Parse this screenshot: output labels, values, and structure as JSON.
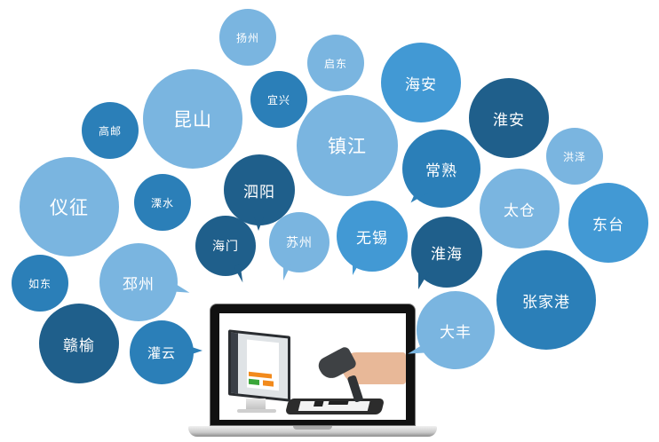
{
  "title": "城市节点气泡图",
  "colors": {
    "dark": "#1f5f8b",
    "medium": "#2b7fb8",
    "bright": "#4299d4",
    "light": "#7ab5e0",
    "text": "#ffffff"
  },
  "bubbles": [
    {
      "label": "扬州",
      "color": "light"
    },
    {
      "label": "启东",
      "color": "light"
    },
    {
      "label": "宜兴",
      "color": "medium"
    },
    {
      "label": "昆山",
      "color": "light"
    },
    {
      "label": "高邮",
      "color": "medium"
    },
    {
      "label": "海安",
      "color": "bright"
    },
    {
      "label": "淮安",
      "color": "dark"
    },
    {
      "label": "镇江",
      "color": "light"
    },
    {
      "label": "洪泽",
      "color": "light"
    },
    {
      "label": "常熟",
      "color": "medium"
    },
    {
      "label": "仪征",
      "color": "light"
    },
    {
      "label": "溧水",
      "color": "medium"
    },
    {
      "label": "泗阳",
      "color": "dark"
    },
    {
      "label": "太仓",
      "color": "light"
    },
    {
      "label": "东台",
      "color": "bright"
    },
    {
      "label": "海门",
      "color": "dark"
    },
    {
      "label": "苏州",
      "color": "light"
    },
    {
      "label": "无锡",
      "color": "bright"
    },
    {
      "label": "淮海",
      "color": "dark"
    },
    {
      "label": "如东",
      "color": "medium"
    },
    {
      "label": "邳州",
      "color": "light"
    },
    {
      "label": "张家港",
      "color": "medium"
    },
    {
      "label": "赣榆",
      "color": "dark"
    },
    {
      "label": "灌云",
      "color": "medium"
    },
    {
      "label": "大丰",
      "color": "light"
    }
  ],
  "illustration": {
    "description": "laptop-showing-desktop-monitor-phone-and-barcode-scanner"
  }
}
